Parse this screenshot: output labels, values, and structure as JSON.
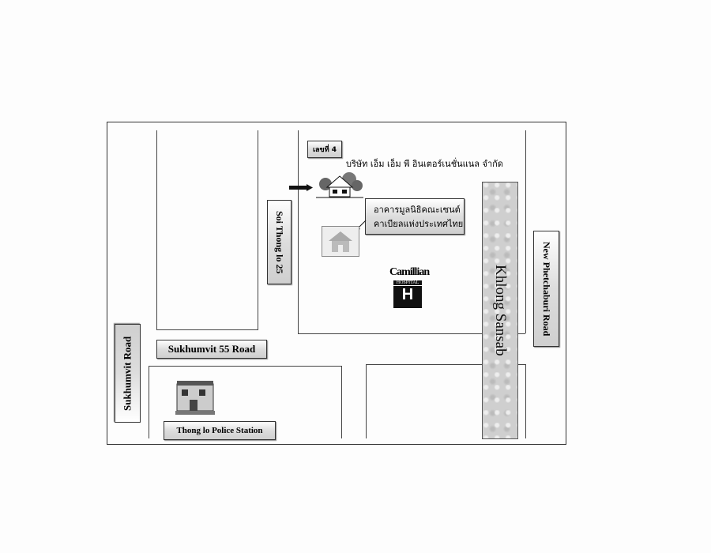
{
  "labels": {
    "house_number": "เลขที่ 4",
    "company": "บริษัท เอ็ม เอ็ม พี อินเตอร์เนชั่นแนล จำกัด",
    "foundation_line1": "อาคารมูลนิธิคณะเซนต์",
    "foundation_line2": "คาเบียลแห่งประเทศไทย",
    "hospital_name": "Camillian",
    "hospital_sub": "HOSPITAL",
    "hospital_letter": "H",
    "soi": "Soi Thong lo 25",
    "sukhumvit55": "Sukhumvit 55 Road",
    "sukhumvit": "Sukhumvit Road",
    "phetchaburi": "New Phetchaburi Road",
    "khlong": "Khlong Sansab",
    "police": "Thong lo Police Station"
  }
}
